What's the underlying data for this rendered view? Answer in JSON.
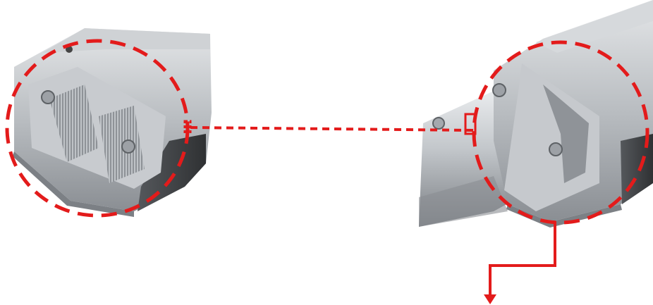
{
  "image": {
    "description_colors": {
      "annotation": "#e31b1b",
      "housing_light": "#d9dcdf",
      "housing_mid": "#a9adb1",
      "housing_dark": "#6f7378",
      "shadow": "#3a3c3f",
      "background": "#ffffff"
    },
    "icons": [
      "dashed-circle-annotation",
      "dashed-connector-line",
      "arrow-down"
    ]
  }
}
